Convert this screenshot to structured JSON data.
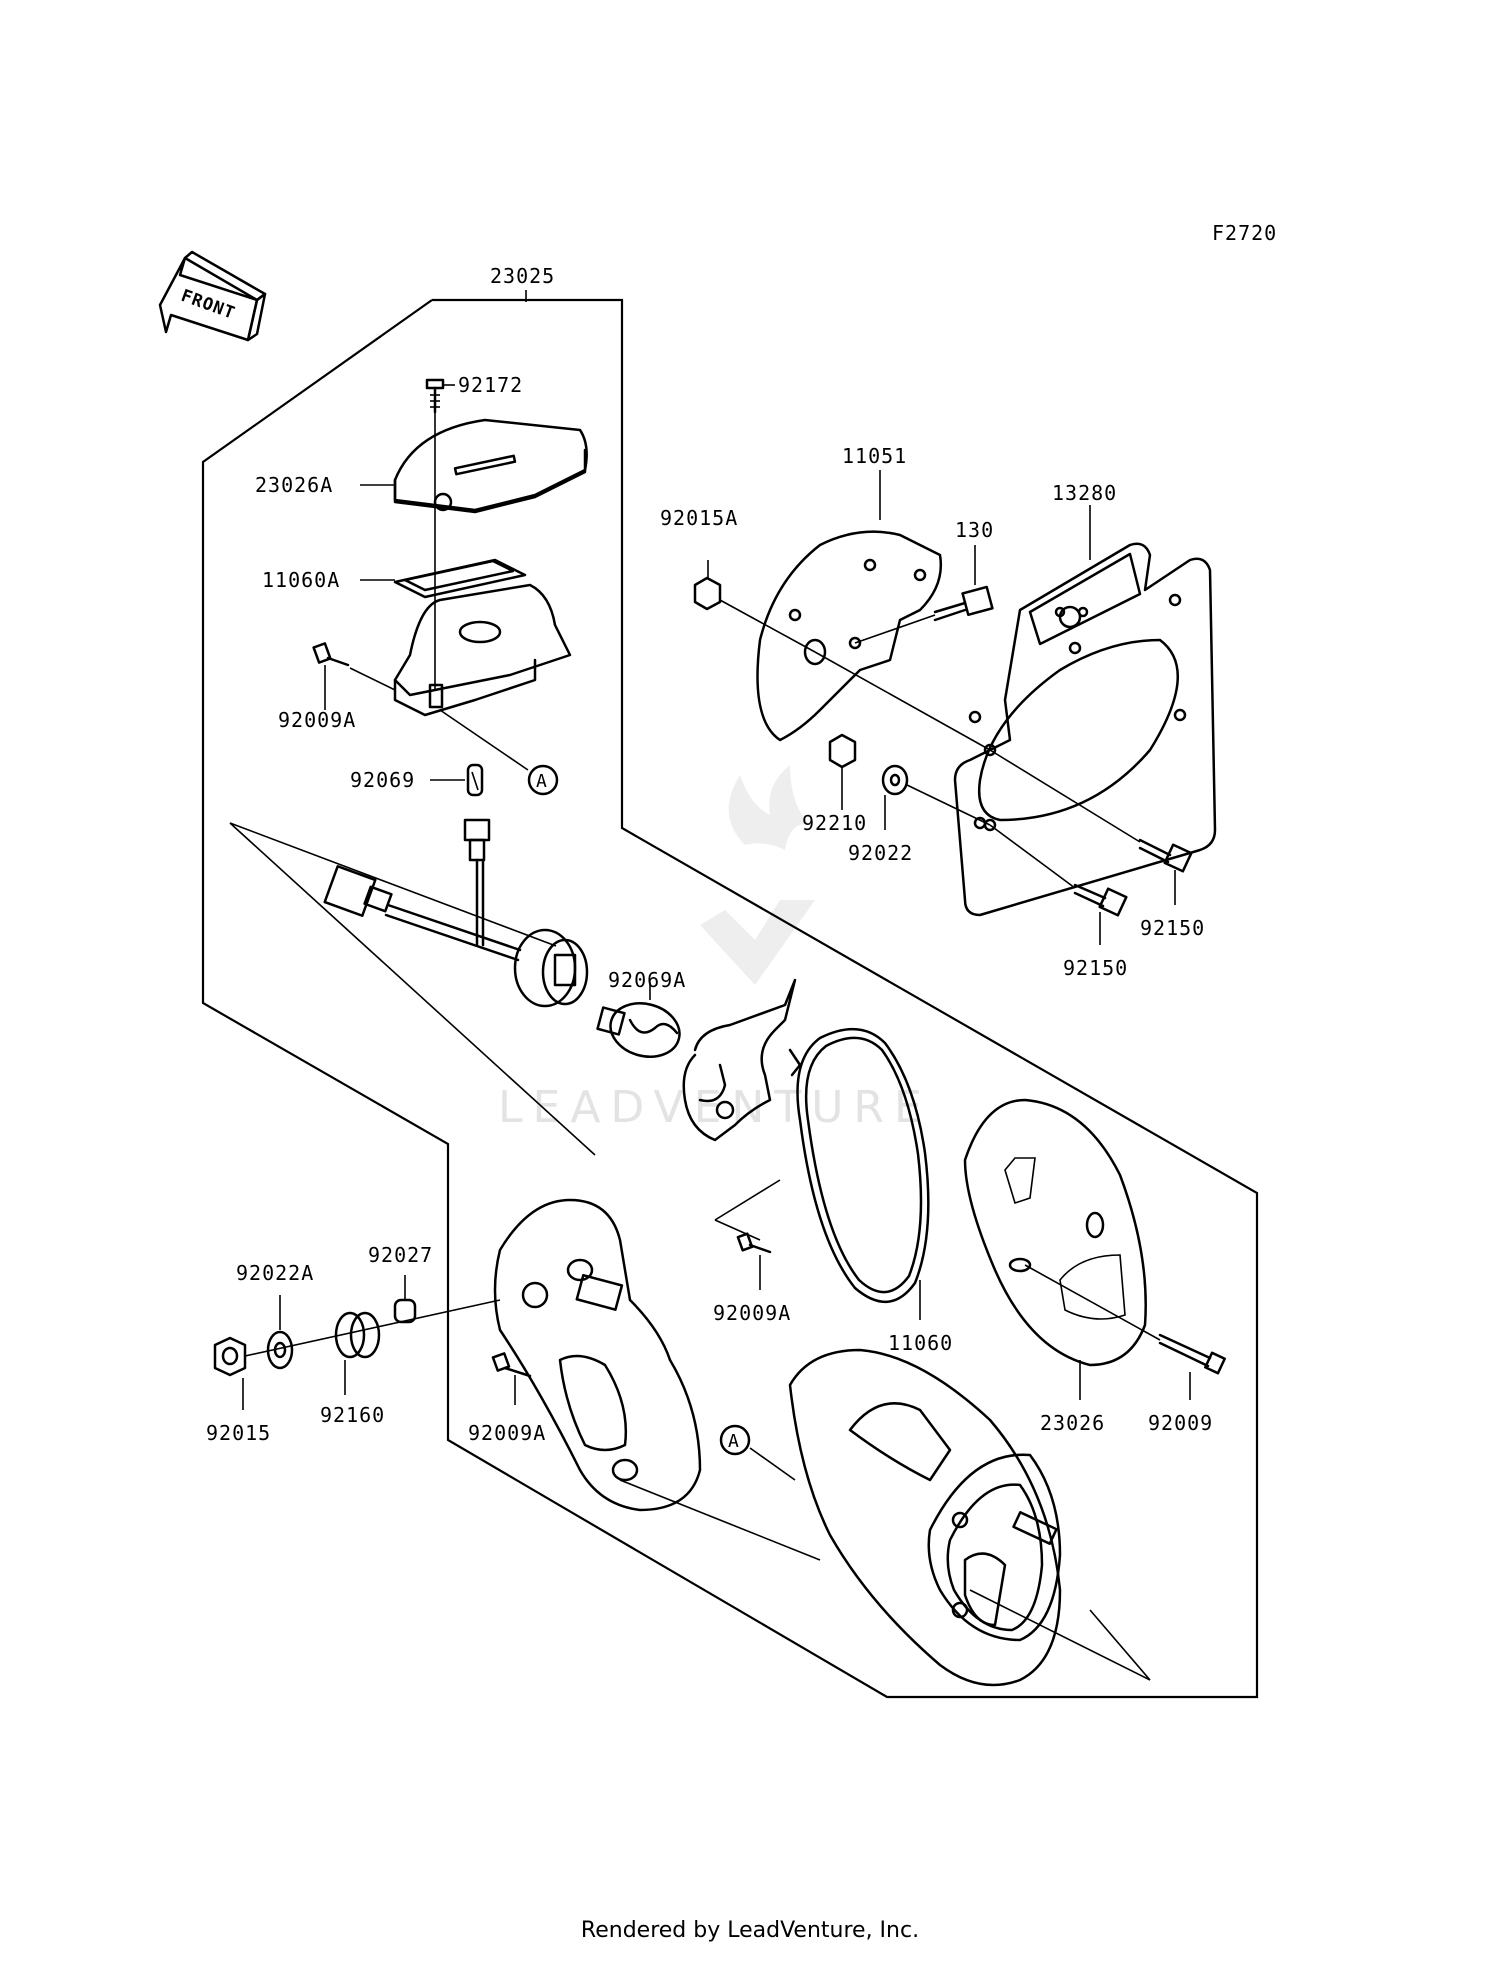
{
  "diagram_code": "F2720",
  "front_label": "FRONT",
  "callout_marker": "A",
  "watermark": "LEADVENTURE",
  "footer": "Rendered by LeadVenture, Inc.",
  "parts": {
    "assembly": "23025",
    "screw_top": "92172",
    "lens_small": "23026A",
    "gasket_small": "11060A",
    "screw_small": "92009A",
    "bulb_small": "92069",
    "bracket": "11051",
    "nut_bracket": "92015A",
    "bolt_bracket": "130",
    "plate": "13280",
    "nut_plate": "92210",
    "washer_plate": "92022",
    "bolt_plate_1": "92150",
    "bolt_plate_2": "92150",
    "bulb_main": "92069A",
    "screw_reflector": "92009A",
    "gasket_main": "11060",
    "lens_main": "23026",
    "screw_lens": "92009",
    "washer_base": "92022A",
    "collar": "92027",
    "nut_base": "92015",
    "grommet": "92160",
    "screw_base": "92009A"
  }
}
